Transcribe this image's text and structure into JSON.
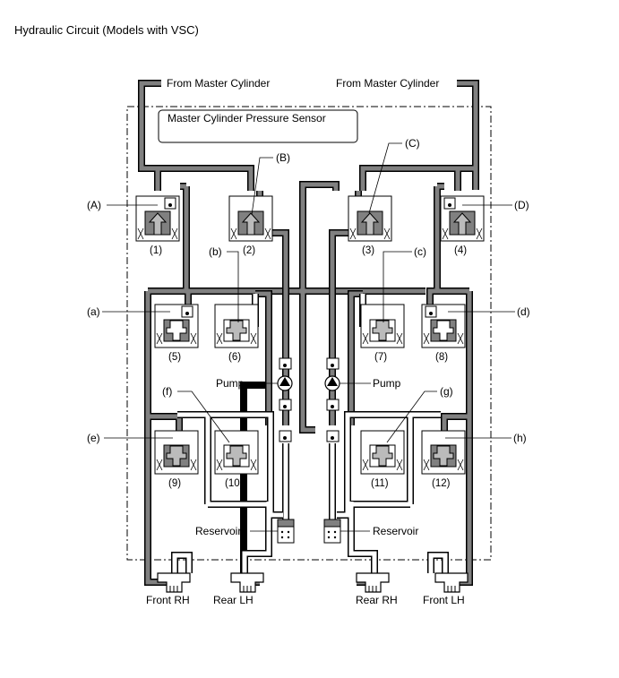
{
  "title": "Hydraulic Circuit (Models with VSC)",
  "labels": {
    "master_left": "From Master Cylinder",
    "master_right": "From Master Cylinder",
    "sensor": "Master Cylinder Pressure Sensor",
    "pump_left": "Pump",
    "pump_right": "Pump",
    "reservoir_left": "Reservoir",
    "reservoir_right": "Reservoir"
  },
  "wheels": [
    "Front RH",
    "Rear LH",
    "Rear RH",
    "Front LH"
  ],
  "valve_letters_upper": [
    "(A)",
    "(B)",
    "(C)",
    "(D)"
  ],
  "valve_letters_lower": [
    "(a)",
    "(b)",
    "(c)",
    "(d)",
    "(e)",
    "(f)",
    "(g)",
    "(h)"
  ],
  "valve_numbers": [
    "(1)",
    "(2)",
    "(3)",
    "(4)",
    "(5)",
    "(6)",
    "(7)",
    "(8)",
    "(9)",
    "(10)",
    "(11)",
    "(12)"
  ],
  "colors": {
    "pipe_pressure": "#808080",
    "pipe_outline": "#000000",
    "fill_light": "#ffffff"
  }
}
